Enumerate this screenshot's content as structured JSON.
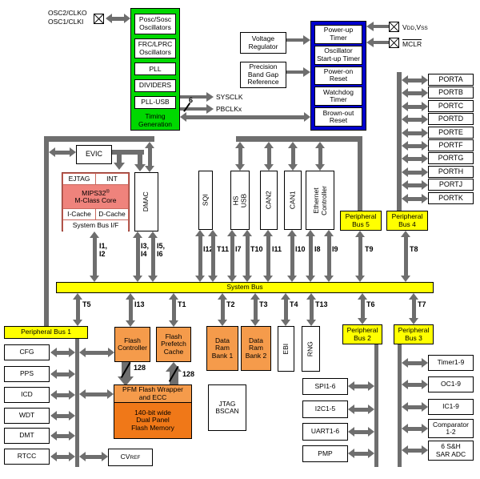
{
  "diagram": {
    "system_bus": "System Bus"
  },
  "osc": {
    "line1": "OSC2/CLKO",
    "line2": "OSC1/CLKI"
  },
  "timing": {
    "osc1": "Posc/Sosc\nOscillators",
    "osc2": "FRC/LPRC\nOscillators",
    "pll": "PLL",
    "dividers": "DIVIDERS",
    "pllusb": "PLL-USB",
    "label": "Timing\nGeneration"
  },
  "clocks": {
    "sysclk": "SYSCLK",
    "pbclk": "PBCLKx",
    "width": "6"
  },
  "power": {
    "vreg": "Voltage\nRegulator",
    "bandgap": "Precision\nBand Gap\nReference",
    "t1": "Power-up\nTimer",
    "t2": "Oscillator\nStart-up Timer",
    "t3": "Power-on\nReset",
    "t4": "Watchdog\nTimer",
    "t5": "Brown-out\nReset",
    "vdd_main": "V",
    "vdd_sub": "DD",
    "vss_main": ",V",
    "vss_sub": "SS",
    "mclr": "MCLR"
  },
  "cpu": {
    "evic": "EVIC",
    "ejtag": "EJTAG",
    "int": "INT",
    "core": "MIPS32",
    "reg": "®",
    "core2": "M-Class Core",
    "icache": "I-Cache",
    "dcache": "D-Cache",
    "sbif": "System Bus I/F",
    "dmac": "DMAC"
  },
  "mid": {
    "sqi": "SQI",
    "usb": "HS USB",
    "can2": "CAN2",
    "can1": "CAN1",
    "eth": "Ethernet\nController"
  },
  "ports": {
    "list": [
      "PORTA",
      "PORTB",
      "PORTC",
      "PORTD",
      "PORTE",
      "PORTF",
      "PORTG",
      "PORTH",
      "PORTJ",
      "PORTK"
    ],
    "bus5": "Peripheral\nBus 5",
    "bus4": "Peripheral\nBus 4"
  },
  "bus_labels": {
    "i1i2": "I1,\nI2",
    "i3i4": "I3,\nI4",
    "i5i6": "I5,\nI6",
    "i12": "I12",
    "t11": "T11",
    "i7": "I7",
    "t10": "T10",
    "i11": "I11",
    "i10": "I10",
    "i8": "I8",
    "i9": "I9",
    "t9": "T9",
    "t8": "T8",
    "t5": "T5",
    "i13": "I13",
    "t1": "T1",
    "t2": "T2",
    "t3": "T3",
    "t4": "T4",
    "t13": "T13",
    "t6": "T6",
    "t7": "T7"
  },
  "memory": {
    "flash_ctrl": "Flash\nController",
    "prefetch": "Flash\nPrefetch\nCache",
    "w1": "128",
    "w2": "128",
    "pfm": "PFM Flash Wrapper\nand ECC",
    "flash": "140-bit wide\nDual Panel\nFlash Memory",
    "dram1": "Data\nRam\nBank 1",
    "dram2": "Data\nRam\nBank 2",
    "ebi": "EBI",
    "rng": "RNG",
    "jtag": "JTAG\nBSCAN"
  },
  "left": {
    "bus1": "Peripheral Bus 1",
    "items": [
      "CFG",
      "PPS",
      "ICD",
      "WDT",
      "DMT",
      "RTCC"
    ],
    "cv": "CV",
    "cv_sub": "REF"
  },
  "right": {
    "bus2": "Peripheral\nBus 2",
    "bus3": "Peripheral\nBus 3",
    "serial": [
      "SPI1-6",
      "I2C1-5",
      "UART1-6",
      "PMP"
    ],
    "blocks": [
      "Timer1-9",
      "OC1-9",
      "IC1-9",
      "Comparator\n1-2",
      "6 S&H\nSAR ADC"
    ]
  },
  "colors": {
    "green": "#00D800",
    "blue": "#0000CE",
    "yellow": "#FFFF00",
    "orange_light": "#F59B4B",
    "orange_dark": "#F07818",
    "salmon": "#EF837C",
    "gray": "#6E6E6E"
  }
}
